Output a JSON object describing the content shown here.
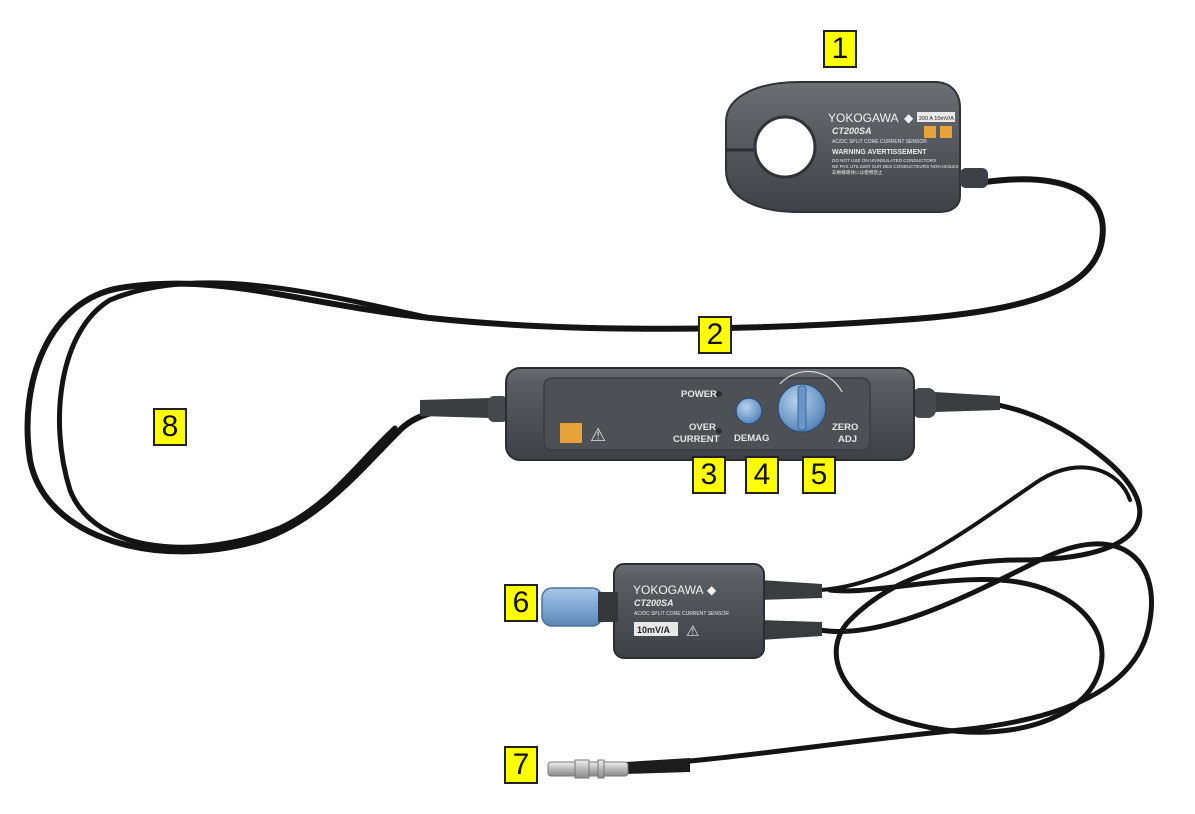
{
  "callouts": [
    {
      "id": "1",
      "label": "1"
    },
    {
      "id": "2",
      "label": "2"
    },
    {
      "id": "3",
      "label": "3"
    },
    {
      "id": "4",
      "label": "4"
    },
    {
      "id": "5",
      "label": "5"
    },
    {
      "id": "6",
      "label": "6"
    },
    {
      "id": "7",
      "label": "7"
    },
    {
      "id": "8",
      "label": "8"
    }
  ],
  "sensor_head": {
    "brand": "YOKOGAWA",
    "model": "CT200SA",
    "type": "AC/DC SPLIT CORE CURRENT SENSOR",
    "rating": "200 A 10mV/A",
    "warning_title": "WARNING AVERTISSEMENT",
    "warning_line1": "DO NOT USE ON UNINSULATED CONDUCTORS",
    "warning_line2": "NE PAS UTILISER SUR DES CONDUCTEURS NON ISOLES",
    "warning_line3": "非絶縁導体には使用禁止"
  },
  "control_box": {
    "power_label": "POWER",
    "over_label_1": "OVER",
    "over_label_2": "CURRENT",
    "demag_label": "DEMAG",
    "zero_label_1": "ZERO",
    "zero_label_2": "ADJ",
    "warning_symbol": "⚠"
  },
  "connector_box": {
    "brand": "YOKOGAWA",
    "model": "CT200SA",
    "type": "AC/DC SPLIT CORE CURRENT SENSOR",
    "scale": "10mV/A",
    "warning_symbol": "⚠"
  },
  "colors": {
    "callout_fill": "#ffff00",
    "housing": "#5a5e63",
    "cable": "#111111",
    "connector_blue": "#7fa8d4"
  }
}
